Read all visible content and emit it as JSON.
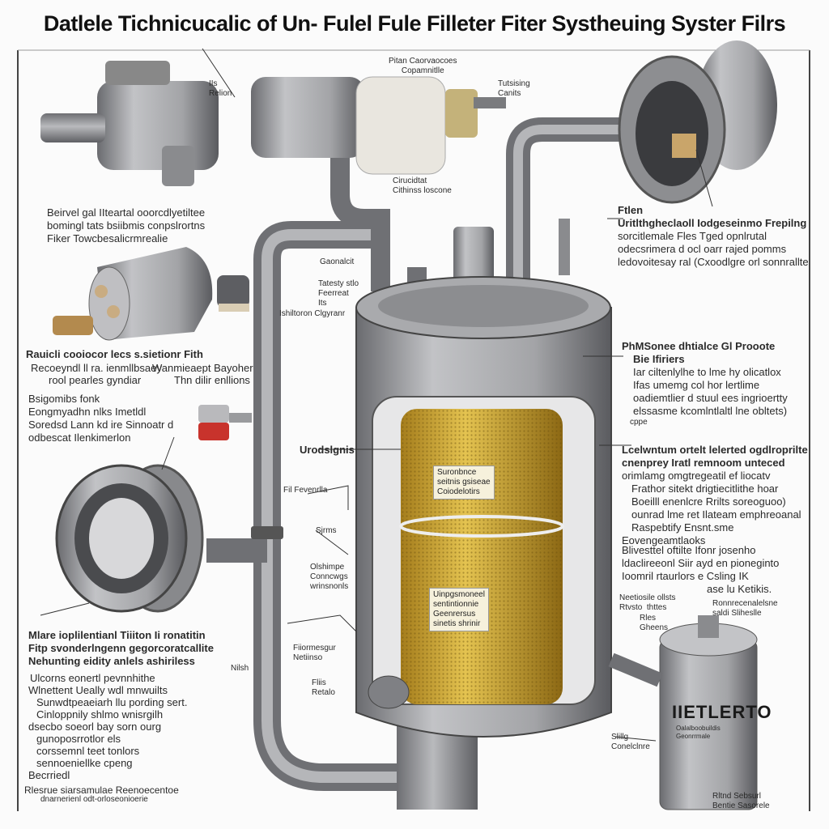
{
  "title": "Datlele Tichnicucalic of  Un- Fulel Fule Filleter Fiter Systheuing Syster Filrs",
  "colors": {
    "pipe": "#8a8b8e",
    "tank": "#9a9b9e",
    "filter": "#d9b43a",
    "gasket": "#c8332c",
    "frame": "#444444"
  },
  "labels": {
    "top_small_1": "IIs\nRelion",
    "top_center": "Pitan Caorvaocoes\nCopamnitlle",
    "top_right_small": "Tutsising\nCanits",
    "mid_top_1": "Cirucidtat\nCithinss loscone",
    "left_block_1": [
      "Beirvel gal IIteartal ooorcdlyetiltee",
      "bomingl tats bsiibmis conpslrortns",
      "Fiker Towcbesalicrmrealie"
    ],
    "gasket_label": "Gaonalcit",
    "tank_top_label": "Tatesty stlo\nFeerreat\nIts",
    "tank_left_label": "Ishiltoron Clgyranr",
    "left_heading": "Rauicli cooiocor lecs  s.sietionr Fith",
    "left_sub_1": "Recoeyndl ll ra. ienmllbsaey",
    "left_sub_2": "rool pearles gyndiar",
    "left_sub_3": "Wanmieaept Bayoher",
    "left_sub_4": "Thn dilir enllions",
    "left_bullets": [
      "Bsigomibs fonk",
      "Eongmyadhn  nlks Imetldl",
      "Soredsd Lann kd ire Sinnoatr d",
      "odbescat Ilenkimerlon"
    ],
    "right_block_1": {
      "heading": "Ftlen",
      "sub": "Uritlthgheclaoll Iodgeseinmo Frepilng",
      "lines": [
        "sorcitlemale  Fles Tged opnlrutal",
        "odecsrimera d ocl oarr rajed pomms",
        "ledovoitesay ral (Cxoodlgre orl sonnrallte"
      ]
    },
    "right_block_2": {
      "heading": "PhMSonee dhtialce Gl Prooote",
      "sub": "Bie Ifiriers",
      "lines": [
        "Iar ciltenlylhe to lme hy olicatlox",
        "Ifas umemg col hor lertlime",
        "oadiemtlier d stuul ees ingrioertty",
        "elssasme kcomlntlaltl lne obltets)",
        "cppe"
      ]
    },
    "right_block_3": {
      "heading": "Lcelwntum ortelt lelerted ogdlroprilte",
      "sub": "cnenprey Iratl remnoom unteced",
      "lines": [
        "orimlamg omgtregeatil ef liocatv",
        "Frathor sitekt drigtiecitlithe  hoar",
        "Boeilll enenlcre  Rrilts  soreoguoo)",
        "ounrad lme ret Ilateam emphreoanal",
        "Raspebtify Ensnt.sme",
        "Eovengeamtlaoks"
      ]
    },
    "right_block_4": [
      "Blivesttel oftilte Ifonr josenho",
      "ldaclireeonl Siir ayd en pioneginto",
      "Ioomril rtaurlors e  Csling IK",
      "ase lu Ketikis."
    ],
    "inner_label_1": [
      "Suronbnce",
      "seitnis gsiseae",
      "Coiodelotirs"
    ],
    "inner_label_2": [
      "Uinpgsmoneel",
      "sentintionnie",
      "Geenrersus",
      "sinetis shrinir"
    ],
    "mid_left_1": "Urodslgnis",
    "mid_left_2": "Fil Fevenrlla",
    "mid_left_3": "Sjrms",
    "mid_left_4": "Olshimpe\nConncwgs\nwrinsnonls",
    "mid_left_5": "Fiiormesgur\nNetiinso",
    "mid_left_6": "Fliis\nRetalo",
    "mid_left_7": "Nilsh",
    "bottom_left_heading": [
      "Mlare ioplilentianl Tiiiton Ii ronatitin",
      "Fitp svonderlngenn gegorcoratcallite",
      "Nehunting eidity anlels ashiriless"
    ],
    "bottom_left_bullets": [
      "Ulcorns eonertl pevnnhithe",
      "Wlnettent Ueally  wdl mnwuilts",
      "Sunwdtpeaeiarh llu pording sert.",
      "Cinloppnily shlmo wnisrgilh",
      "dsecbo soeorl bay sorn ourg",
      "gunoposrrotlor els",
      "corssemnl teet tonlors",
      "sennoeniellke cpeng",
      "Becrriedl"
    ],
    "bottom_left_footer": [
      "Rlesrue siarsamulae Reenoecentoe",
      "dnarnerienl odt-orloseonioerie"
    ],
    "right_small_1": "Neetiosile ollsts\nRtvsto  thttes",
    "right_small_2": "Rles\nGheens",
    "right_small_3": "Ronnrecenalelsne\nsaldi Sliheslle",
    "filter_brand": "IIETLERTO",
    "filter_sub": "Oalalboobuildis\nGeonrrmale",
    "bottom_center": "Slillg\nConelclnre",
    "bottom_right": [
      "Rltnd Sebsurl",
      "Bentie   Sasorele"
    ]
  }
}
